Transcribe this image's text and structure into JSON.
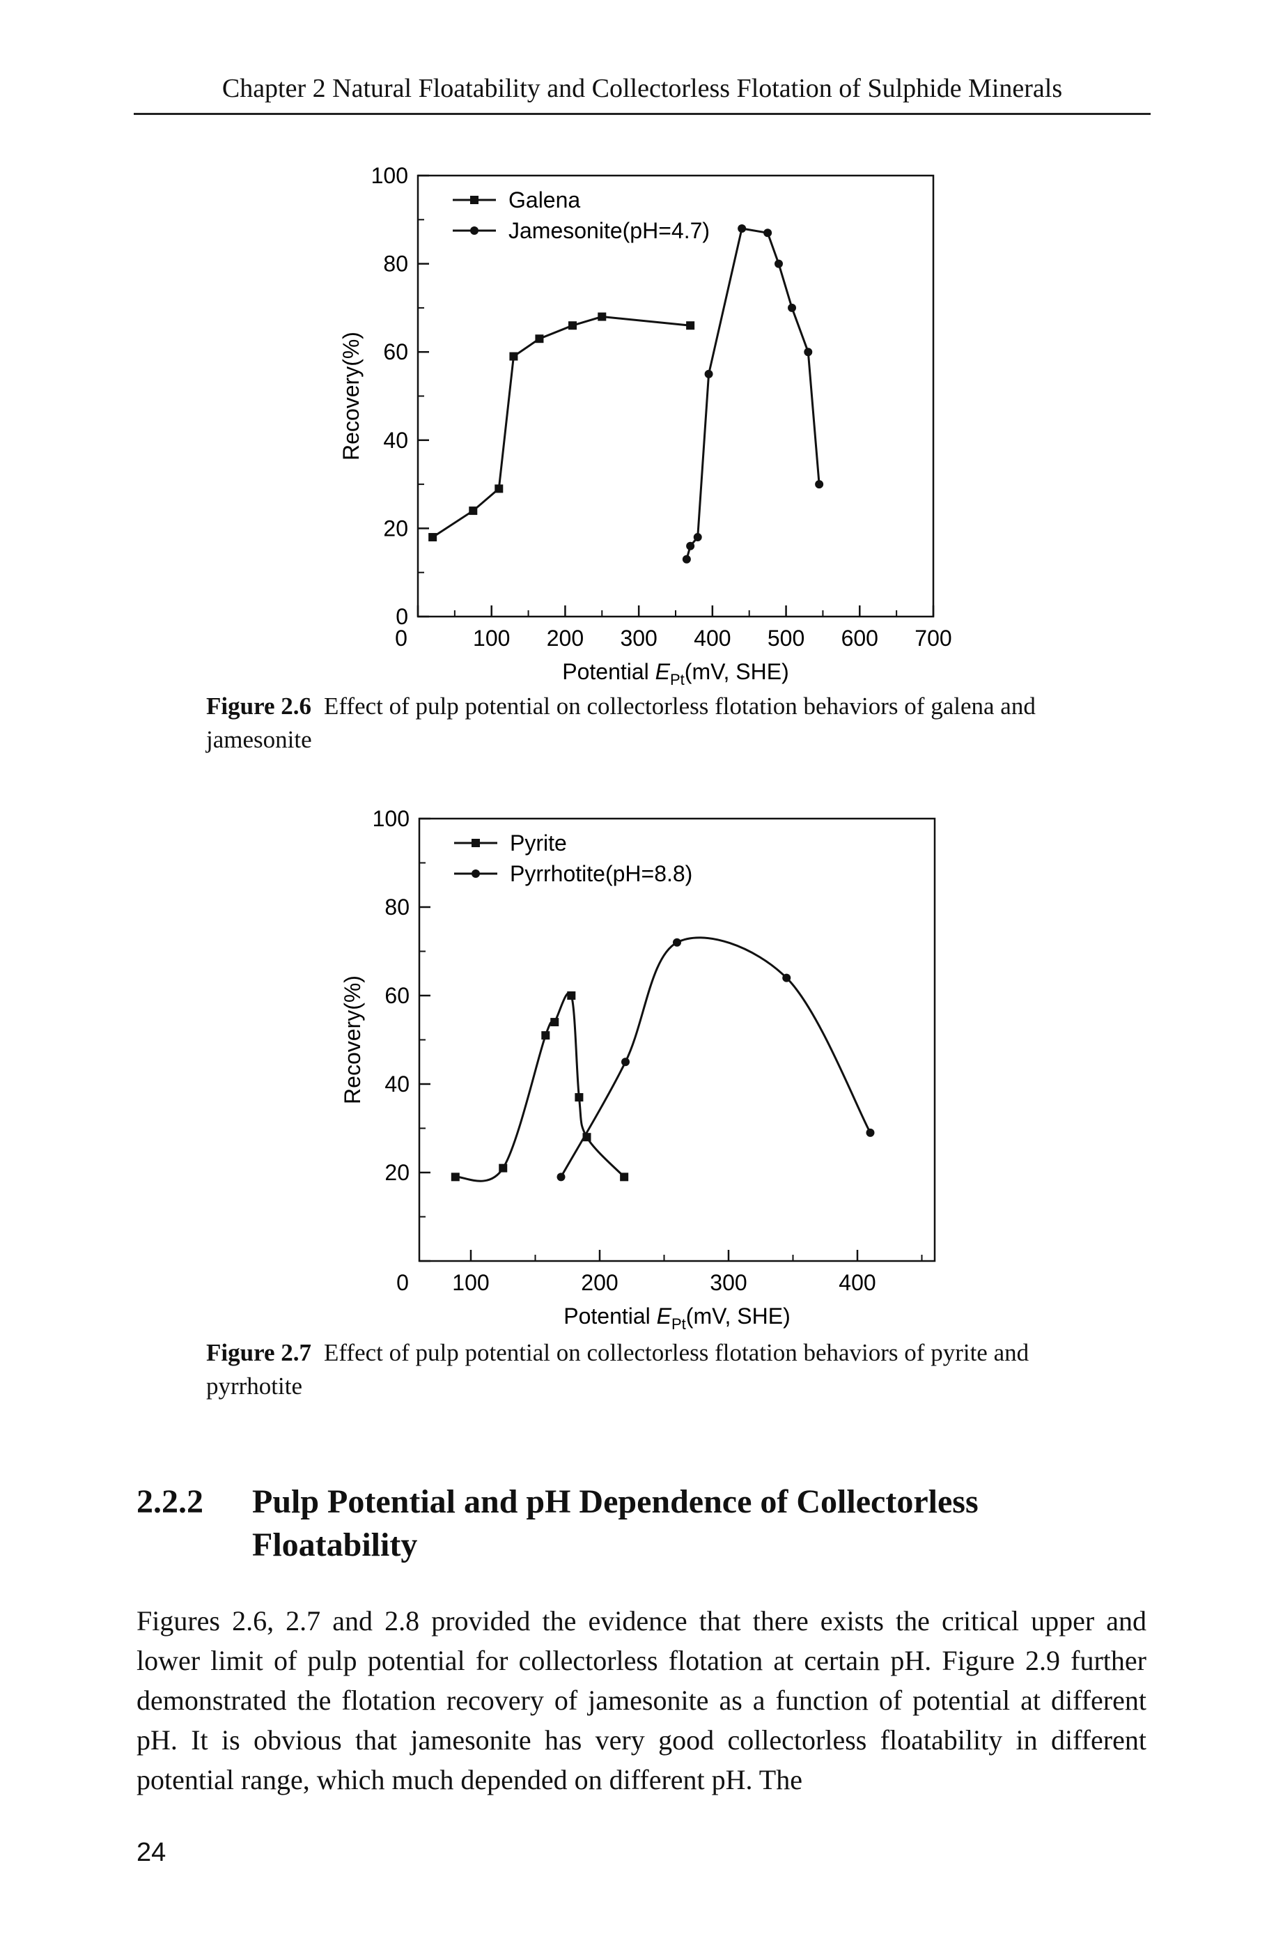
{
  "running_head": "Chapter 2   Natural Floatability and Collectorless Flotation of Sulphide Minerals",
  "figures": [
    {
      "id": "fig-2-6",
      "caption_label": "Figure 2.6",
      "caption_text": "Effect of pulp potential on collectorless flotation behaviors of galena and jamesonite"
    },
    {
      "id": "fig-2-7",
      "caption_label": "Figure 2.7",
      "caption_text": "Effect of pulp potential on collectorless flotation behaviors of pyrite and pyrrhotite"
    }
  ],
  "chart_data": [
    {
      "type": "line",
      "xlabel": "Potential E_Pt (mV, SHE)",
      "xlabel_main": "Potential ",
      "xlabel_var": "E",
      "xlabel_sub": "Pt",
      "xlabel_unit": "(mV, SHE)",
      "ylabel": "Recovery(%)",
      "xlim": [
        0,
        700
      ],
      "ylim": [
        0,
        100
      ],
      "xticks": [
        0,
        100,
        200,
        300,
        400,
        500,
        600,
        700
      ],
      "yticks": [
        0,
        20,
        40,
        60,
        80,
        100
      ],
      "xtick_labels": [
        "0",
        "100",
        "200",
        "300",
        "400",
        "500",
        "600",
        "700"
      ],
      "ytick_labels": [
        "0",
        "20",
        "40",
        "60",
        "80",
        "100"
      ],
      "legend_position": "top-left",
      "grid": false,
      "series": [
        {
          "name": "Galena",
          "marker": "square",
          "curve": "linear",
          "x": [
            20,
            75,
            110,
            130,
            165,
            210,
            250,
            370
          ],
          "y": [
            18,
            24,
            29,
            59,
            63,
            66,
            68,
            66
          ]
        },
        {
          "name": "Jamesonite(pH=4.7)",
          "marker": "circle",
          "curve": "linear",
          "x": [
            365,
            370,
            380,
            395,
            440,
            475,
            490,
            508,
            530,
            545
          ],
          "y": [
            13,
            16,
            18,
            55,
            88,
            87,
            80,
            70,
            60,
            30
          ]
        }
      ]
    },
    {
      "type": "line",
      "xlabel": "Potential E_Pt (mV, SHE)",
      "xlabel_main": "Potential ",
      "xlabel_var": "E",
      "xlabel_sub": "Pt",
      "xlabel_unit": "(mV, SHE)",
      "ylabel": "Recovery(%)",
      "xlim": [
        60,
        460
      ],
      "ylim": [
        0,
        100
      ],
      "xticks": [
        100,
        200,
        300,
        400
      ],
      "yticks": [
        0,
        20,
        40,
        60,
        80,
        100
      ],
      "xtick_labels": [
        "100",
        "200",
        "300",
        "400"
      ],
      "ytick_labels": [
        "0",
        "20",
        "40",
        "60",
        "80",
        "100"
      ],
      "origin_label": "0",
      "legend_position": "top-left",
      "grid": false,
      "series": [
        {
          "name": "Pyrite",
          "marker": "square",
          "curve": "smooth",
          "x": [
            88,
            125,
            158,
            165,
            178,
            184,
            190,
            219
          ],
          "y": [
            19,
            21,
            51,
            54,
            60,
            37,
            28,
            19
          ]
        },
        {
          "name": "Pyrrhotite(pH=8.8)",
          "marker": "circle",
          "curve": "smooth",
          "x": [
            170,
            220,
            260,
            345,
            410
          ],
          "y": [
            19,
            45,
            72,
            64,
            29
          ]
        }
      ]
    }
  ],
  "section": {
    "number": "2.2.2",
    "title_line1": "Pulp Potential and pH Dependence of Collectorless",
    "title_line2": "Floatability"
  },
  "body_text": "Figures 2.6, 2.7 and 2.8 provided the evidence that there exists the critical upper and lower limit of pulp potential for collectorless flotation at certain pH. Figure 2.9 further demonstrated the flotation recovery of jamesonite as a function of potential at different pH. It is obvious that jamesonite has very good collectorless floatability in different potential range, which much depended on different pH. The",
  "page_number": "24"
}
